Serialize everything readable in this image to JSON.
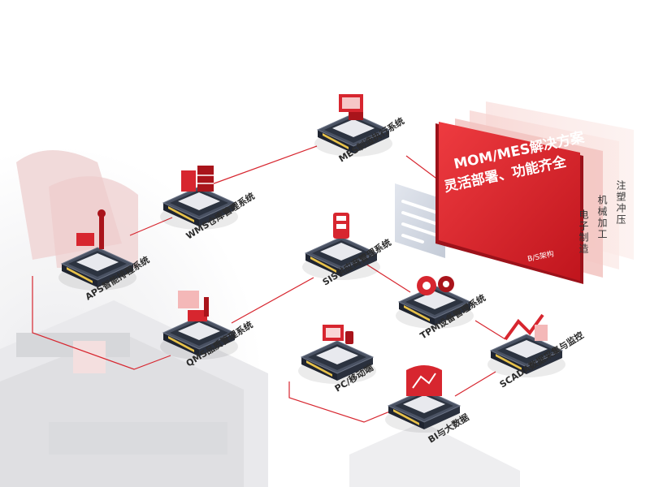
{
  "panel": {
    "title": "MOM/MES解决方案",
    "subtitle": "灵活部署、功能齐全",
    "footnote": "B/S架构"
  },
  "side_labels": [
    "电子制造",
    "机械加工",
    "注塑冲压"
  ],
  "modules": [
    {
      "id": "mes",
      "label": "MES制造执行系统",
      "icon": "monitor-desk-icon"
    },
    {
      "id": "wms",
      "label": "WMS仓库管理系统",
      "icon": "warehouse-shelves-icon"
    },
    {
      "id": "aps",
      "label": "APS智能排程系统",
      "icon": "planner-board-icon"
    },
    {
      "id": "sis",
      "label": "SIS供应商管理系统",
      "icon": "supplier-tablet-icon"
    },
    {
      "id": "tpm",
      "label": "TPM设备管理系统",
      "icon": "gears-icon"
    },
    {
      "id": "qms",
      "label": "QMS品质管理系统",
      "icon": "quality-chart-icon"
    },
    {
      "id": "pc",
      "label": "PC/移动端",
      "icon": "pc-mobile-icon"
    },
    {
      "id": "scada",
      "label": "SCADA数据采集与监控",
      "icon": "scada-monitor-icon"
    },
    {
      "id": "bi",
      "label": "BI与大数据",
      "icon": "bigdata-screen-icon"
    }
  ],
  "colors": {
    "accent": "#d7262f",
    "accent_dark": "#a9141b",
    "tile_dark": "#2c3340",
    "tile_mid": "#4a5263",
    "connector": "#d7262f"
  }
}
